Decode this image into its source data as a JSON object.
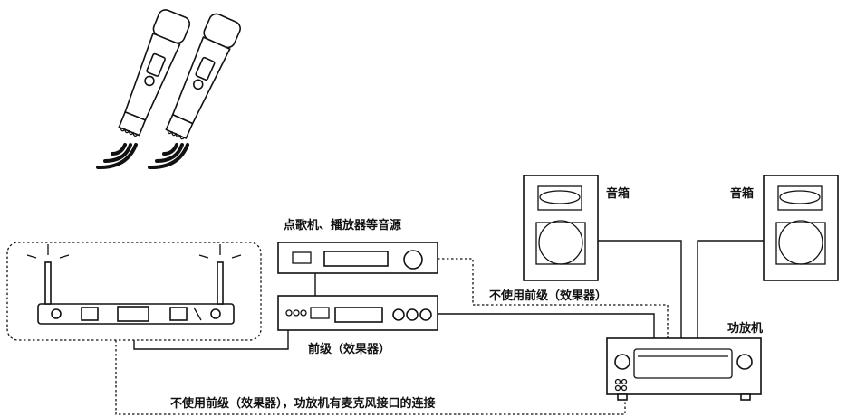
{
  "labels": {
    "speaker_left": "音箱",
    "speaker_right": "音箱",
    "source": "点歌机、播放器等音源",
    "no_preamp_top": "不使用前级（效果器）",
    "amplifier": "功放机",
    "preamp": "前级（效果器）",
    "no_preamp_bottom": "不使用前级（效果器），功放机有麦克风接口的连接"
  },
  "icons": [
    "microphone-icon",
    "sound-wave-icon",
    "wireless-receiver-icon",
    "antenna-icon",
    "signal-ray-icon",
    "media-player-icon",
    "preamp-effects-icon",
    "speaker-icon",
    "amplifier-icon"
  ]
}
